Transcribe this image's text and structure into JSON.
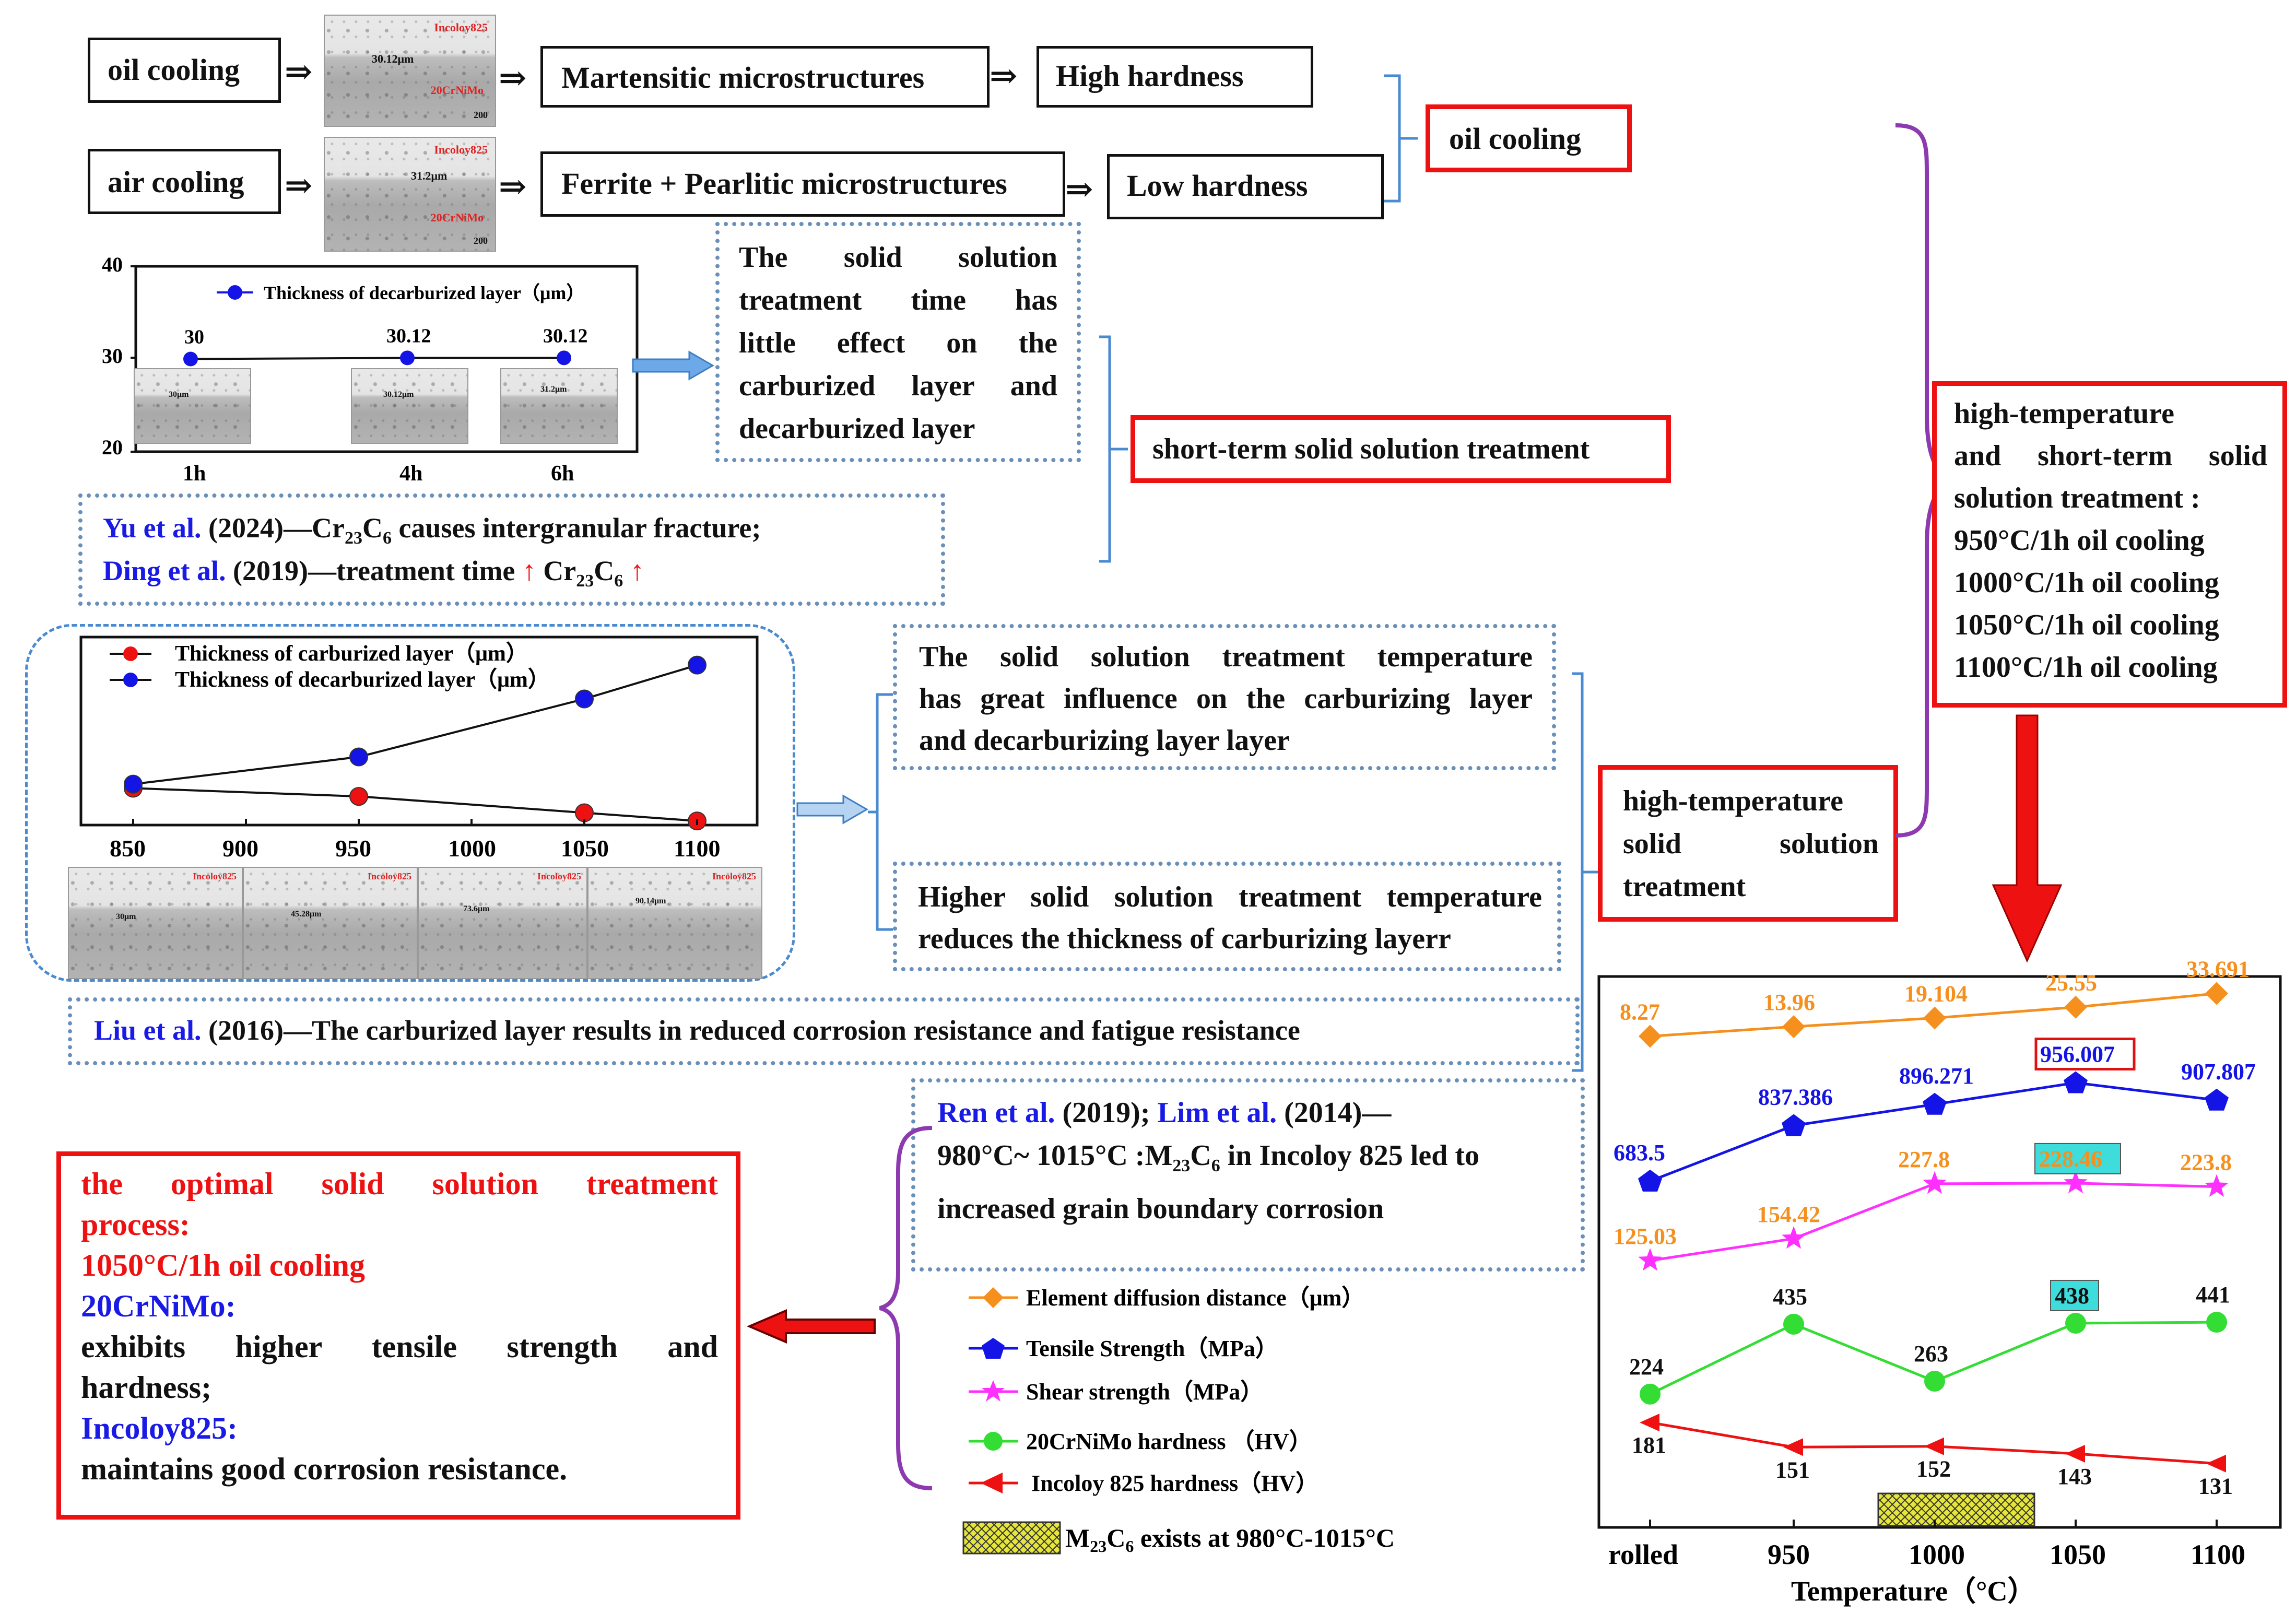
{
  "row1": {
    "left": "oil cooling",
    "micro_label_top": "Incoloy825",
    "micro_label_bottom": "20CrNiMo",
    "micro_mark": "30.12μm",
    "scale": "200",
    "mid": "Martensitic microstructures",
    "right": "High hardness"
  },
  "row2": {
    "left": "air cooling",
    "micro_label_top": "Incoloy825",
    "micro_label_bottom": "20CrNiMo",
    "micro_mark": "31.2μm",
    "scale": "200",
    "mid": "Ferrite + Pearlitic microstructures",
    "right": "Low hardness"
  },
  "conclusion_cooling": "oil cooling",
  "time_chart": {
    "legend": "Thickness of decarburized layer（μm）",
    "micro_mark_1": "30μm",
    "micro_mark_2": "30.12μm",
    "micro_mark_3": "31.2μm"
  },
  "time_note": [
    "The solid solution",
    "treatment time has",
    "little effect on the",
    "carburized layer and",
    "decarburized layer"
  ],
  "short_term": "short-term solid solution treatment",
  "refs_time": {
    "line1_author": "Yu et al.",
    "line1_rest_a": "(2024)—Cr",
    "line1_sub": "23",
    "line1_rest_b": "C",
    "line1_sub2": "6",
    "line1_rest_c": " causes intergranular fracture;",
    "line2_author": "Ding et al.",
    "line2_rest_a": "(2019)—treatment time",
    "line2_arrow": "↑",
    "line2_rest_b": "Cr",
    "line2_sub": "23",
    "line2_rest_c": "C",
    "line2_sub2": "6",
    "line2_arrow2": "↑"
  },
  "temp_chart": {
    "legend_carb": "Thickness of carburized layer（μm）",
    "legend_decarb": "Thickness of decarburized layer（μm）",
    "micro_marks": [
      "30μm",
      "45.28μm",
      "73.6μm",
      "90.14μm"
    ]
  },
  "temp_note1": [
    "The solid solution treatment temperature",
    "has great influence on the carburizing layer",
    "and decarburizing layer layer"
  ],
  "temp_note2": [
    "Higher solid solution treatment temperature",
    "reduces the thickness of carburizing layerr"
  ],
  "high_temp": [
    "high-temperature",
    "solid solution",
    "treatment"
  ],
  "ref_liu": {
    "author": "Liu et al.",
    "rest": "(2016)—The carburized layer results in reduced corrosion resistance and fatigue resistance"
  },
  "ht_short": [
    "high-temperature",
    "and short-term solid",
    "solution treatment :",
    "950°C/1h oil cooling",
    "1000°C/1h oil cooling",
    "1050°C/1h oil cooling",
    "1100°C/1h oil cooling"
  ],
  "ref_ren": {
    "author1": "Ren et al.",
    "mid": "(2019);",
    "author2": "Lim et al.",
    "tail": "(2014)—",
    "line2a": "980°C~ 1015°C :M",
    "line2sub": "23",
    "line2b": "C",
    "line2sub2": "6",
    "line2c": " in Incoloy 825 led to",
    "line3": "increased grain boundary corrosion"
  },
  "optimal": {
    "l1": "the optimal solid solution treatment",
    "l2": "process:",
    "l3": "1050°C/1h oil cooling",
    "l4": "20CrNiMo:",
    "l5": "exhibits higher tensile strength and",
    "l6": "hardness;",
    "l7": "Incoloy825:",
    "l8": "maintains good corrosion resistance."
  },
  "legend_main": {
    "diff": "Element diffusion distance（μm）",
    "tensile": "Tensile Strength（MPa）",
    "shear": "Shear strength（MPa）",
    "hard20": "20CrNiMo hardness （HV）",
    "hardinc": "Incoloy 825 hardness（HV）",
    "m23a": "M",
    "m23sub": "23",
    "m23b": "C",
    "m23sub2": "6",
    "m23c": " exists at 980°C-1015°C"
  },
  "colors": {
    "diff": "#f5901e",
    "tensile": "#1414e6",
    "shear": "#ff30ff",
    "hard20": "#33dd33",
    "hardinc": "#ee1111",
    "accent_red": "#e11111",
    "author_blue": "#1a1ae6",
    "highlight": "#3fdcdc"
  },
  "chart_data": [
    {
      "type": "line",
      "id": "time",
      "categories": [
        "1h",
        "4h",
        "6h"
      ],
      "series": [
        {
          "name": "Thickness of decarburized layer（μm）",
          "values": [
            30,
            30.12,
            30.12
          ],
          "labels": [
            "30",
            "30.12",
            "30.12"
          ]
        }
      ],
      "yticks": [
        "40",
        "30",
        "20"
      ],
      "ylim": [
        20,
        40
      ]
    },
    {
      "type": "line",
      "id": "temperature",
      "xticks": [
        "850",
        "900",
        "950",
        "1000",
        "1050",
        "1100"
      ],
      "xlim": [
        850,
        1100
      ],
      "series": [
        {
          "name": "Thickness of carburized layer（μm）",
          "x": [
            850,
            950,
            1050,
            1100
          ],
          "values": [
            30,
            26,
            18,
            14
          ]
        },
        {
          "name": "Thickness of decarburized layer（μm）",
          "x": [
            850,
            950,
            1050,
            1100
          ],
          "values": [
            32,
            45.28,
            73.6,
            90.14
          ]
        }
      ],
      "ylim": [
        12,
        100
      ]
    },
    {
      "type": "line",
      "id": "properties",
      "xlabel": "Temperature（°C）",
      "categories": [
        "rolled",
        "950",
        "1000",
        "1050",
        "1100"
      ],
      "series": [
        {
          "name": "Element diffusion distance（μm）",
          "values": [
            8.27,
            13.96,
            19.104,
            25.55,
            33.691
          ],
          "labels": [
            "8.27",
            "13.96",
            "19.104",
            "25.55",
            "33.691"
          ]
        },
        {
          "name": "Tensile Strength（MPa）",
          "values": [
            683.5,
            837.386,
            896.271,
            956.007,
            907.807
          ],
          "labels": [
            "683.5",
            "837.386",
            "896.271",
            "956.007",
            "907.807"
          ]
        },
        {
          "name": "Shear strength（MPa）",
          "values": [
            125.03,
            154.42,
            227.8,
            228.46,
            223.8
          ],
          "labels": [
            "125.03",
            "154.42",
            "227.8",
            "228.46",
            "223.8"
          ]
        },
        {
          "name": "20CrNiMo hardness （HV）",
          "values": [
            224,
            435,
            263,
            438,
            441
          ],
          "labels": [
            "224",
            "435",
            "263",
            "438",
            "441"
          ]
        },
        {
          "name": "Incoloy 825 hardness（HV）",
          "values": [
            181,
            151,
            152,
            143,
            131
          ],
          "labels": [
            "181",
            "151",
            "152",
            "143",
            "131"
          ]
        }
      ],
      "shaded_range": [
        980,
        1015
      ]
    }
  ]
}
